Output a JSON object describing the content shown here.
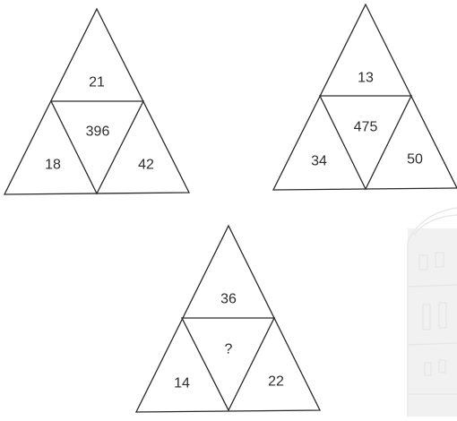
{
  "puzzles": [
    {
      "top": "21",
      "center": "396",
      "left": "18",
      "right": "42"
    },
    {
      "top": "13",
      "center": "475",
      "left": "34",
      "right": "50"
    },
    {
      "top": "36",
      "center": "?",
      "left": "14",
      "right": "22"
    }
  ],
  "background_icon": "tower-watermark-icon"
}
